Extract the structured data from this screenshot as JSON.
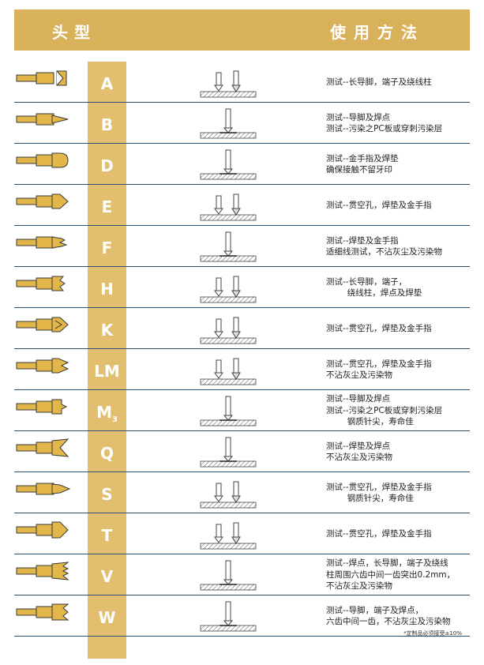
{
  "header": {
    "left": "头型",
    "right": "使用方法"
  },
  "rows": [
    {
      "letter": "A",
      "sub": "",
      "lines": [
        "测试--长导脚，端子及绕线柱"
      ]
    },
    {
      "letter": "B",
      "sub": "",
      "lines": [
        "测试--导脚及焊点",
        "测试--污染之PC板或穿刺污染层"
      ]
    },
    {
      "letter": "D",
      "sub": "",
      "lines": [
        "测试--金手指及焊垫",
        "确保接触不留牙印"
      ]
    },
    {
      "letter": "E",
      "sub": "",
      "lines": [
        "测试--贯空孔，焊垫及金手指"
      ]
    },
    {
      "letter": "F",
      "sub": "",
      "lines": [
        "测试--焊垫及金手指",
        "适细线测试，不沾灰尘及污染物"
      ]
    },
    {
      "letter": "H",
      "sub": "",
      "lines": [
        "测试--长导脚，端子，",
        "        绕线柱，焊点及焊垫"
      ]
    },
    {
      "letter": "K",
      "sub": "",
      "lines": [
        "测试--贯空孔，焊垫及金手指"
      ]
    },
    {
      "letter": "LM",
      "sub": "",
      "lines": [
        "测试--贯空孔，焊垫及金手指",
        "不沾灰尘及污染物"
      ]
    },
    {
      "letter": "M",
      "sub": "3",
      "lines": [
        "测试--导脚及焊点",
        "测试--污染之PC板或穿刺污染层",
        "        钢质针尖，寿命佳"
      ]
    },
    {
      "letter": "Q",
      "sub": "",
      "lines": [
        "测试--焊垫及焊点",
        "不沾灰尘及污染物"
      ]
    },
    {
      "letter": "S",
      "sub": "",
      "lines": [
        "测试--贯空孔，焊垫及金手指",
        "        钢质针尖，寿命佳"
      ]
    },
    {
      "letter": "T",
      "sub": "",
      "lines": [
        "测试--贯空孔，焊垫及金手指"
      ]
    },
    {
      "letter": "V",
      "sub": "",
      "lines": [
        "测试--焊点，长导脚，端子及绕线",
        "柱周围六齿中间一齿突出0.2mm，",
        "不沾灰尘及污染物"
      ]
    },
    {
      "letter": "W",
      "sub": "",
      "lines": [
        "测试--导脚，端子及焊点，",
        "六齿中间一齿，不沾灰尘及污染物"
      ]
    }
  ],
  "footnote": "*定制品必须接受±10%",
  "colors": {
    "gold": "#d9b15a",
    "gold_col": "#e2bf6f",
    "pin_gold": "#e3b64a",
    "line": "#2a4e6e"
  }
}
